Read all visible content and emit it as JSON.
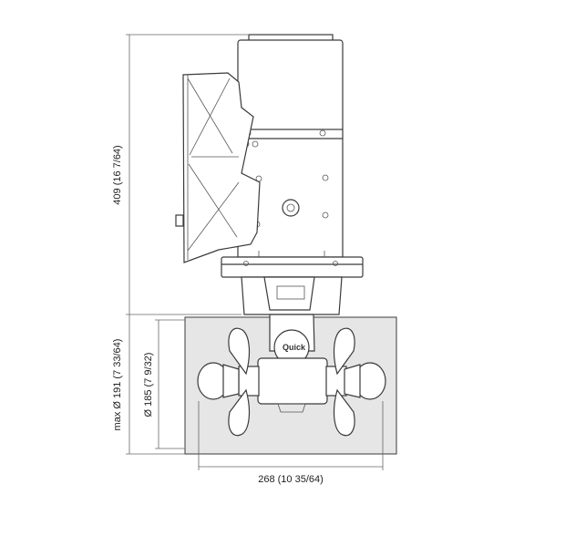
{
  "dimensions": {
    "height_total": "409 (16 7/64)",
    "max_diameter": "max Ø 191 (7 33/64)",
    "diameter": "Ø 185 (7 9/32)",
    "width": "268 (10 35/64)"
  },
  "logo_text": "Quick"
}
